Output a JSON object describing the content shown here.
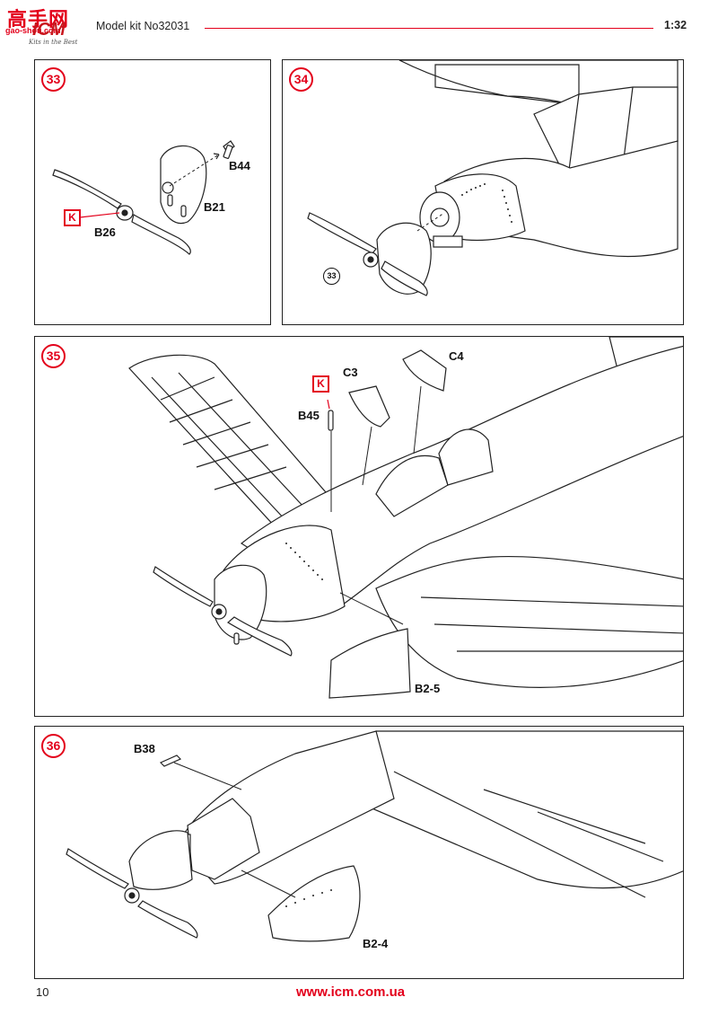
{
  "header": {
    "logo_cn": "高手网",
    "logo_url": "gao-shou.com",
    "logo_mark": "ICM",
    "logo_slogan": "Kits in the Best",
    "kit_title": "Model kit No32031",
    "scale": "1:32",
    "accent_color": "#e3001b"
  },
  "steps": {
    "s33": {
      "number": "33",
      "labels": {
        "b44": "B44",
        "b21": "B21",
        "b26": "B26"
      },
      "marker": "K"
    },
    "s34": {
      "number": "34",
      "ref_step": "33"
    },
    "s35": {
      "number": "35",
      "labels": {
        "c3": "C3",
        "c4": "C4",
        "b45": "B45",
        "b25": "B2-5"
      },
      "marker": "K"
    },
    "s36": {
      "number": "36",
      "labels": {
        "b38": "B38",
        "b24": "B2-4"
      }
    }
  },
  "footer": {
    "page_number": "10",
    "url": "www.icm.com.ua"
  }
}
